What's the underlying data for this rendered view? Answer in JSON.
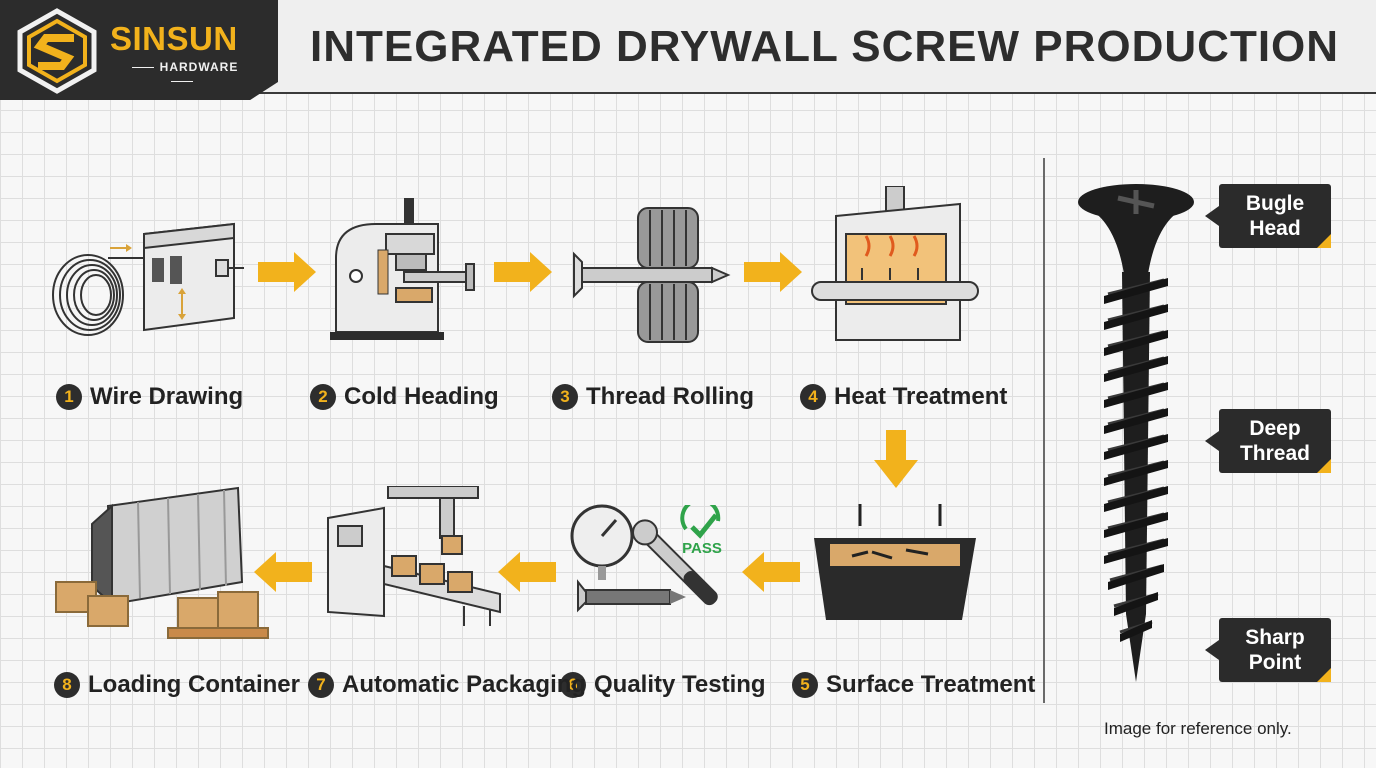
{
  "header": {
    "brand": "SINSUN",
    "brand_sub": "HARDWARE",
    "title": "INTEGRATED DRYWALL SCREW PRODUCTION"
  },
  "steps": [
    {
      "num": "1",
      "label": "Wire Drawing",
      "icon": "wire-drawing-machine-icon"
    },
    {
      "num": "2",
      "label": "Cold Heading",
      "icon": "cold-heading-press-icon"
    },
    {
      "num": "3",
      "label": "Thread Rolling",
      "icon": "thread-rolling-dies-icon"
    },
    {
      "num": "4",
      "label": "Heat Treatment",
      "icon": "heat-treatment-furnace-icon"
    },
    {
      "num": "5",
      "label": "Surface Treatment",
      "icon": "coating-tank-icon"
    },
    {
      "num": "6",
      "label": "Quality Testing",
      "icon": "gauge-and-wrench-icon",
      "badge": "PASS"
    },
    {
      "num": "7",
      "label": "Automatic Packaging",
      "icon": "packaging-machine-icon"
    },
    {
      "num": "8",
      "label": "Loading Container",
      "icon": "shipping-container-icon"
    }
  ],
  "screw_callouts": [
    {
      "line1": "Bugle",
      "line2": "Head"
    },
    {
      "line1": "Deep",
      "line2": "Thread"
    },
    {
      "line1": "Sharp",
      "line2": "Point"
    }
  ],
  "disclaimer": "Image for reference only.",
  "colors": {
    "accent": "#f2b21c",
    "dark": "#2c2c2c",
    "pass_green": "#2fa34a",
    "cardboard": "#d9a86a"
  }
}
